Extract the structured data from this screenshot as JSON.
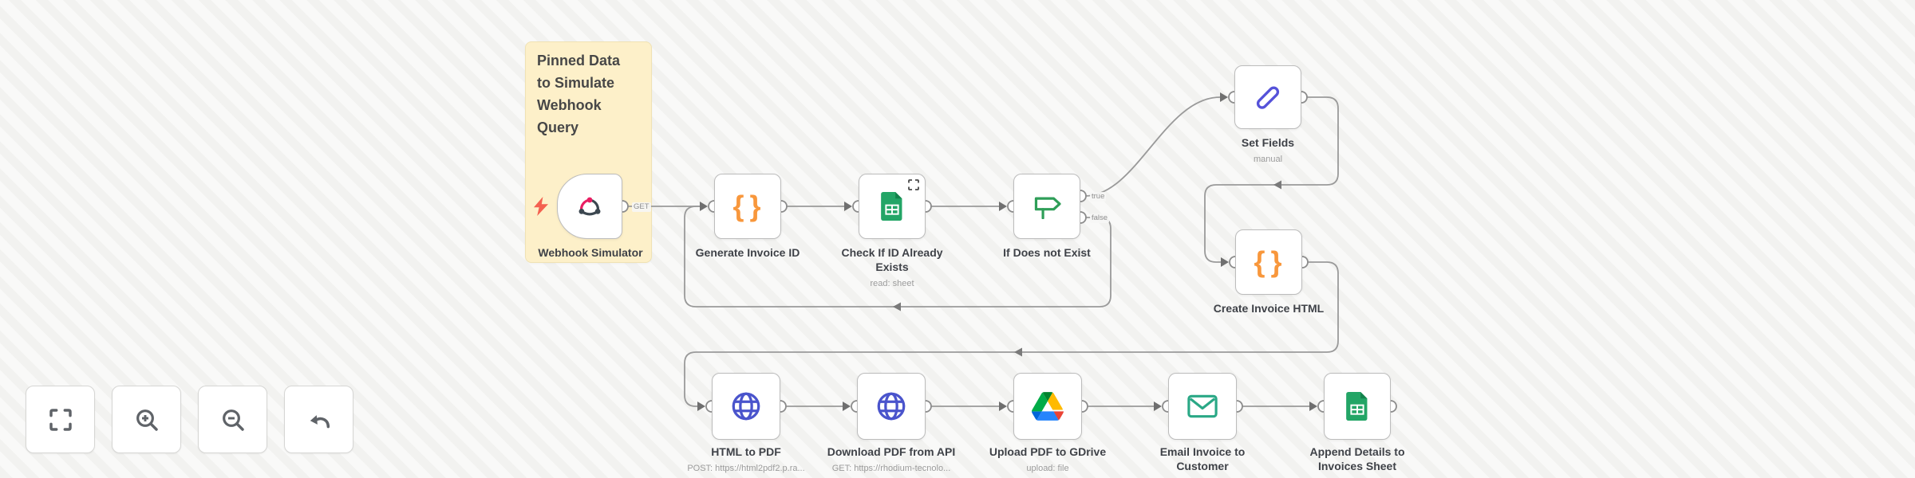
{
  "sticky": {
    "title": "Pinned Data to Simulate Webhook Query"
  },
  "ports": {
    "webhook_out": "GET",
    "if_true": "true",
    "if_false": "false"
  },
  "nodes": [
    {
      "id": "webhook-simulator",
      "label": "Webhook Simulator",
      "icon": "webhook-icon"
    },
    {
      "id": "generate-invoice-id",
      "label": "Generate Invoice ID",
      "icon": "code-braces-icon"
    },
    {
      "id": "check-if-id-already-exists",
      "label": "Check If ID Already Exists",
      "subtitle": "read: sheet",
      "icon": "google-sheets-icon"
    },
    {
      "id": "if-does-not-exist",
      "label": "If Does not Exist",
      "icon": "if-signpost-icon"
    },
    {
      "id": "set-fields",
      "label": "Set Fields",
      "subtitle": "manual",
      "icon": "pen-icon"
    },
    {
      "id": "create-invoice-html",
      "label": "Create Invoice HTML",
      "icon": "code-braces-icon"
    },
    {
      "id": "html-to-pdf",
      "label": "HTML to PDF",
      "subtitle": "POST: https://html2pdf2.p.ra...",
      "icon": "globe-icon"
    },
    {
      "id": "download-pdf-from-api",
      "label": "Download PDF from API",
      "subtitle": "GET: https://rhodium-tecnolo...",
      "icon": "globe-icon"
    },
    {
      "id": "upload-pdf-to-gdrive",
      "label": "Upload PDF to GDrive",
      "subtitle": "upload: file",
      "icon": "google-drive-icon"
    },
    {
      "id": "email-invoice-to-customer",
      "label": "Email Invoice to Customer",
      "icon": "email-icon"
    },
    {
      "id": "append-details-to-invoices-sheet",
      "label": "Append Details to Invoices Sheet",
      "icon": "google-sheets-icon"
    }
  ],
  "controls": [
    {
      "id": "fit-view",
      "icon": "fit-view-icon"
    },
    {
      "id": "zoom-in",
      "icon": "zoom-in-icon"
    },
    {
      "id": "zoom-out",
      "icon": "zoom-out-icon"
    },
    {
      "id": "undo",
      "icon": "undo-icon"
    }
  ],
  "colors": {
    "canvas_bg": "#f6f6f5",
    "sticky_bg": "#fdf0c9",
    "node_border": "#bcbcbc",
    "wire": "#9a9a9a",
    "code_orange": "#f8973c",
    "sheets_green": "#23a566",
    "if_green": "#2f9e58",
    "pen_indigo": "#5552d9",
    "globe_blue": "#4a54cc",
    "email_green": "#2aa886",
    "bolt_red": "#f4604f"
  }
}
